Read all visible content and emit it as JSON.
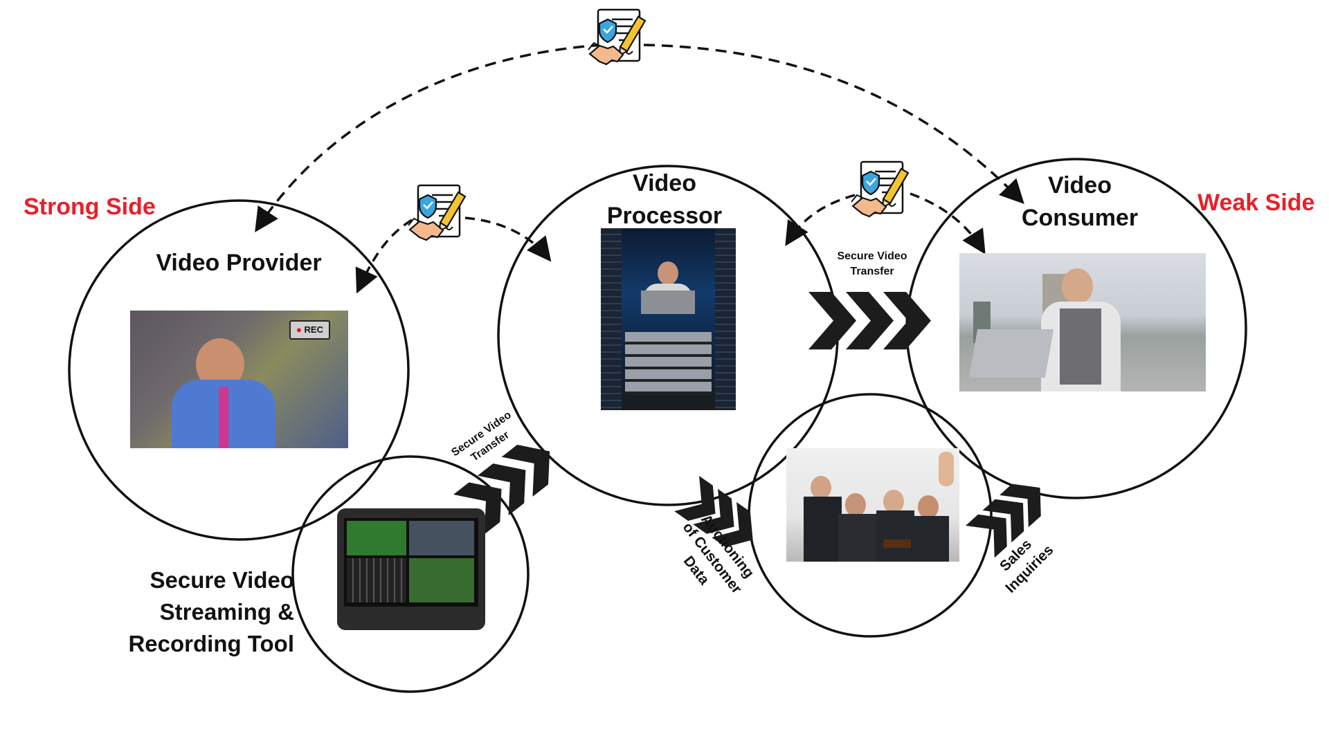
{
  "labels": {
    "strong_side": "Strong Side",
    "weak_side": "Weak Side",
    "video_provider": "Video Provider",
    "video_processor_line1": "Video",
    "video_processor_line2": "Processor",
    "video_consumer_line1": "Video",
    "video_consumer_line2": "Consumer",
    "tool_line1": "Secure Video",
    "tool_line2": "Streaming &",
    "tool_line3": "Recording Tool",
    "transfer1_line1": "Secure Video",
    "transfer1_line2": "Transfer",
    "transfer2_line1": "Secure Video",
    "transfer2_line2": "Transfer",
    "auction_line1": "Auctioning",
    "auction_line2": "of Customer",
    "auction_line3": "Data",
    "sales_line1": "Sales",
    "sales_line2": "Inquiries",
    "rec_badge": "REC"
  },
  "colors": {
    "side_label": "#e8202a",
    "line": "#111111",
    "shield": "#3aa6e0",
    "chevron": "#1c1c1c"
  },
  "icons": [
    "contract-handshake-icon",
    "chevron-arrow-icon",
    "rec-icon"
  ]
}
